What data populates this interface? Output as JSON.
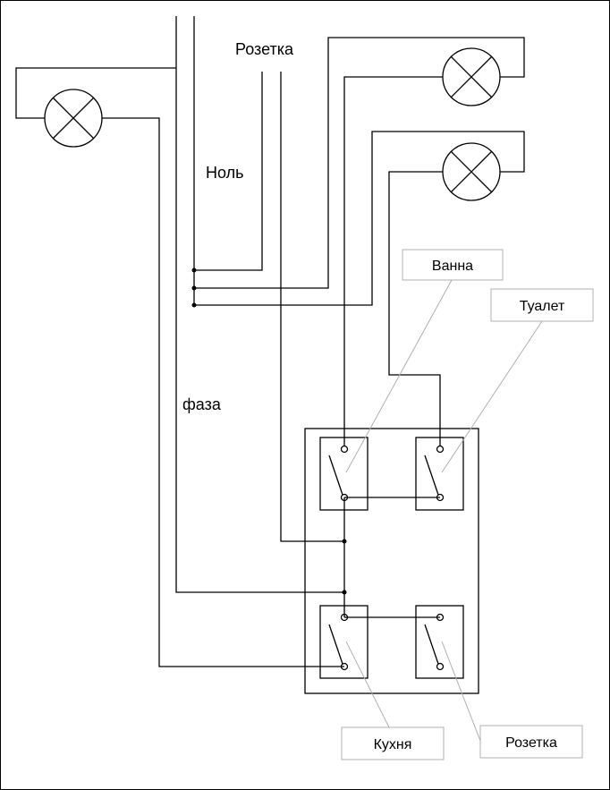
{
  "labels": {
    "socket_top": "Розетка",
    "neutral": "Ноль",
    "phase": "фаза"
  },
  "callouts": {
    "bathroom": "Ванна",
    "toilet": "Туалет",
    "kitchen": "Кухня",
    "socket": "Розетка"
  }
}
